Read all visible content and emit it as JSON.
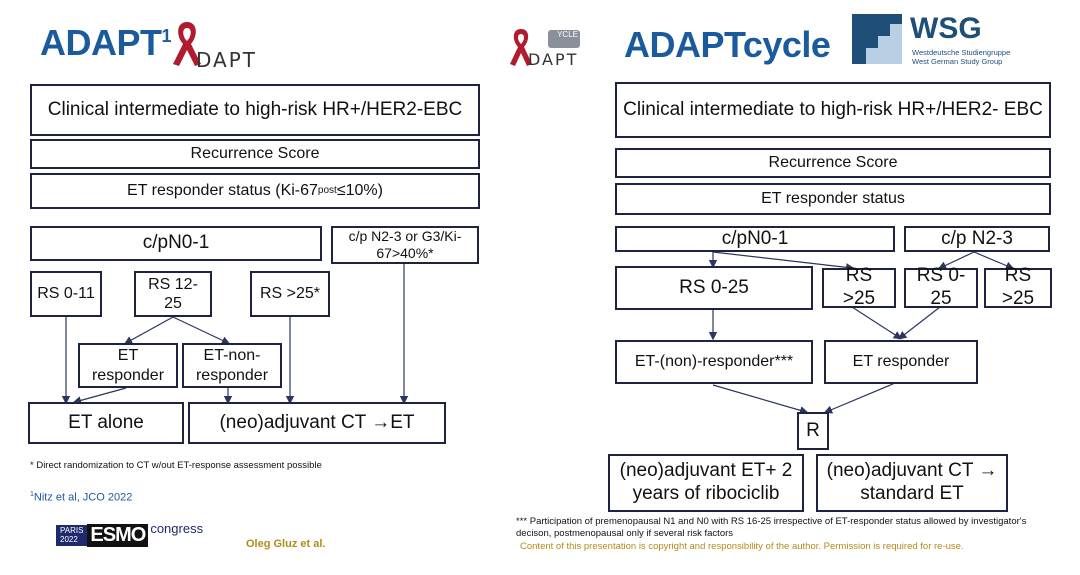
{
  "left": {
    "title": "ADAPT",
    "title_sup": "1",
    "logo_text": "DAPT",
    "boxes": {
      "b1": "Clinical intermediate to high-risk HR+/HER2-EBC",
      "b2": "Recurrence Score",
      "b3_pre": "ET responder status (Ki-67",
      "b3_sub": "post",
      "b3_post": " ≤10%)",
      "n0": "c/pN0-1",
      "n2": "c/p N2-3 or G3/Ki-67>40%*",
      "rs1": "RS 0-11",
      "rs2": "RS 12-25",
      "rs3": "RS >25*",
      "etr": "ET responder",
      "etnr": "ET-non-responder",
      "etalone": "ET alone",
      "ct": "(neo)adjuvant CT →ET"
    },
    "footnote": "* Direct randomization to CT w/out ET-response assessment possible",
    "ref_sup": "1",
    "ref": "Nitz et al, JCO 2022",
    "esmo_city": "PARIS",
    "esmo_year": "2022",
    "esmo_name": "ESMO",
    "esmo_congress": "congress",
    "author": "Oleg Gluz et al."
  },
  "right": {
    "title": "ADAPTcycle",
    "logo_text": "DAPT",
    "logo_cycle": "YCLE",
    "wsg_name": "WSG",
    "wsg_sub1": "Westdeutsche Studiengruppe",
    "wsg_sub2": "West German Study Group",
    "boxes": {
      "b1": "Clinical intermediate to high-risk HR+/HER2- EBC",
      "b2": "Recurrence Score",
      "b3": "ET responder status",
      "n0": "c/pN0-1",
      "n2": "c/p N2-3",
      "rs1": "RS 0-25",
      "rs2": "RS >25",
      "rs3": "RS 0-25",
      "rs4": "RS >25",
      "etnr": "ET-(non)-responder***",
      "etr": "ET responder",
      "r": "R",
      "arm1": "(neo)adjuvant ET+ 2 years of ribociclib",
      "arm2": "(neo)adjuvant CT → standard ET"
    },
    "footnote": "*** Participation of premenopausal N1 and N0 with RS 16-25 irrespective of ET-responder status allowed by investigator's decison, postmenopausal only if several risk factors",
    "copyright": "Content of this presentation is copyright and responsibility of the author. Permission is required for re-use."
  },
  "colors": {
    "title": "#1b5a9c",
    "border": "#1d2340",
    "ribbon": "#b01c2e",
    "copyright": "#b38a1a",
    "wsg": "#1f4e79"
  }
}
